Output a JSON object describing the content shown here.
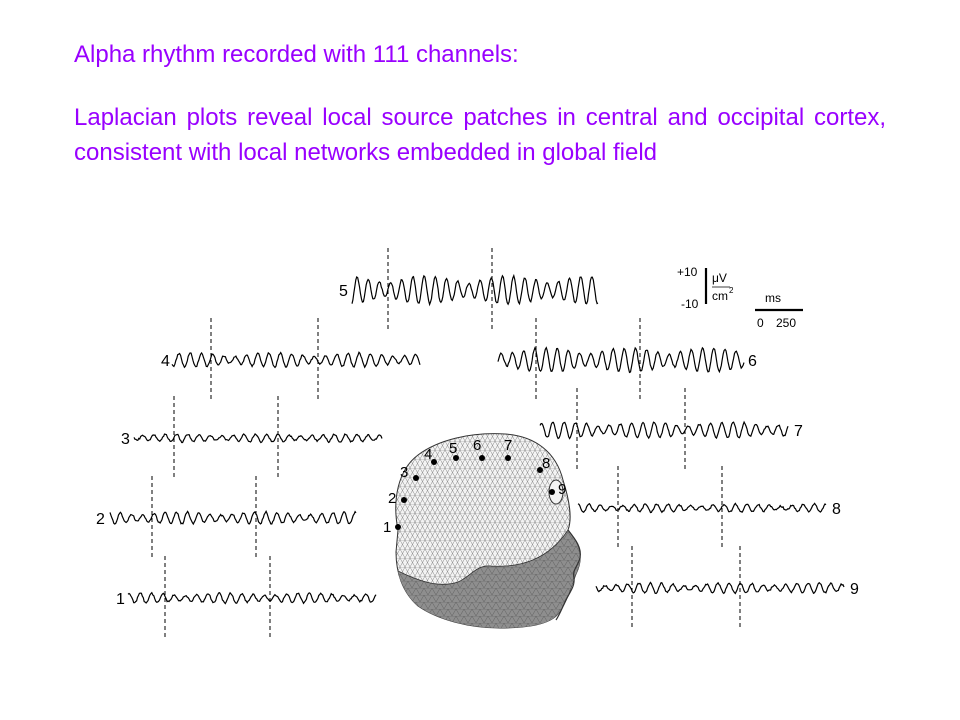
{
  "slide": {
    "title": "Alpha rhythm recorded with 111 channels:",
    "body": "Laplacian plots reveal local source patches in central and occipital cortex, consistent with local networks embedded in global field"
  },
  "figure": {
    "traces": [
      {
        "label": "1"
      },
      {
        "label": "2"
      },
      {
        "label": "3"
      },
      {
        "label": "4"
      },
      {
        "label": "5"
      },
      {
        "label": "6"
      },
      {
        "label": "7"
      },
      {
        "label": "8"
      },
      {
        "label": "9"
      }
    ],
    "head_labels": [
      "1",
      "2",
      "3",
      "4",
      "5",
      "6",
      "7",
      "8",
      "9"
    ],
    "scale_bar": {
      "top": "+10",
      "bottom": "-10",
      "unit_numerator": "μV",
      "unit_denominator": "cm",
      "unit_exponent": "2",
      "time_unit": "ms",
      "time_start": "0",
      "time_end": "250"
    }
  },
  "colors": {
    "text": "#9900ff",
    "trace": "#000000",
    "head_light": "#f2f2f2",
    "head_dark": "#8c8c8c"
  }
}
